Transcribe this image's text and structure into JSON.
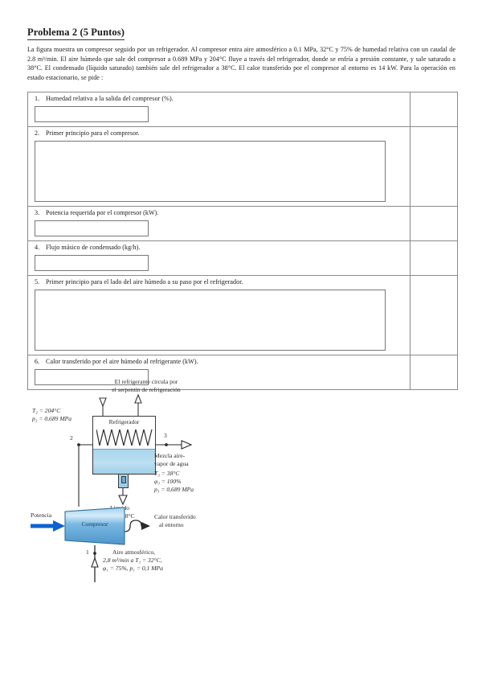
{
  "document": {
    "title": "Problema 2 (5 Puntos)",
    "statement": "La figura muestra un compresor seguido por un refrigerador. Al compresor entra aire atmosférico a 0.1 MPa, 32°C y 75% de humedad relativa con un caudal de 2.8 m³/min. El aire húmedo que sale del compresor a 0.689 MPa y 204°C fluye a través del refrigerador, donde se enfría a presión constante, y sale saturado a 38°C. El condensado (líquido saturado) también sale del refrigerador a 38°C. El calor transferido por el compresor al entorno es 14 kW. Para la operación en estado estacionario, se pide :"
  },
  "questions": [
    {
      "num": "1.",
      "text": "Humedad relativa a la salida del compresor (%).",
      "box": "small",
      "score": ""
    },
    {
      "num": "2.",
      "text": "Primer principio para el compresor.",
      "box": "large",
      "score": ""
    },
    {
      "num": "3.",
      "text": "Potencia requerida por el compresor (kW).",
      "box": "small",
      "score": ""
    },
    {
      "num": "4.",
      "text": "Flujo másico de condensado (kg/h).",
      "box": "small",
      "score": ""
    },
    {
      "num": "5.",
      "text": "Primer principio para el lado del aire húmedo a su paso por el refrigerador.",
      "box": "large2",
      "score": ""
    },
    {
      "num": "6.",
      "text": "Calor transferido por el aire húmedo al refrigerante (kW).",
      "box": "small",
      "score": ""
    }
  ],
  "figure": {
    "coil_caption_line1": "El refrigerante circula por",
    "coil_caption_line2": "el serpentín de refrigeración",
    "vessel_title": "Refrigerador",
    "compressor_title": "Compresor",
    "power_label": "Potencia",
    "heat_label_line1": "Calor transferido",
    "heat_label_line2": "al entorno",
    "state2_T": "T₂ = 204°C",
    "state2_p": "p₂ = 0,689 MPa",
    "state2_num": "2",
    "state3_num": "3",
    "state3_caption_line1": "Mezcla aire-",
    "state3_caption_line2": "vapor de agua",
    "state3_T": "T₃ = 38°C",
    "state3_phi": "φ₃ = 100%",
    "state3_p": "p₃ = 0,689 MPa",
    "liquid_line1": "Líquido",
    "liquid_line2": "saturado a 38°C",
    "state1_num": "1",
    "state1_line1": "Aire atmosférico,",
    "state1_line2": "2,8 m³/min a T₁ = 32°C,",
    "state1_line3": "φ₁ = 75%, p₁ = 0,1 MPa"
  },
  "colors": {
    "liquid_blue": "#a9d5ec",
    "compressor_blue": "#6fb3de",
    "arrow_blue": "#0d62d0",
    "line": "#3a3a3a",
    "table_border": "#8a8a8a"
  }
}
